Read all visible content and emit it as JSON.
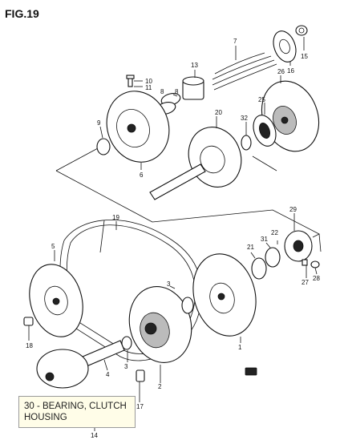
{
  "figure": {
    "title": "FIG.19"
  },
  "labels": {
    "p1": "1",
    "p2": "2",
    "p3a": "3",
    "p3b": "3",
    "p4": "4",
    "p5": "5",
    "p6": "6",
    "p7": "7",
    "p8a": "8",
    "p8b": "8",
    "p9": "9",
    "p10": "10",
    "p11": "11",
    "p13": "13",
    "p14": "14",
    "p15": "15",
    "p16": "16",
    "p17": "17",
    "p18": "18",
    "p19": "19",
    "p20": "20",
    "p21": "21",
    "p22": "22",
    "p25": "25",
    "p26": "26",
    "p27": "27",
    "p28": "28",
    "p29": "29",
    "p31": "31",
    "p32": "32"
  },
  "tooltip": {
    "text": "30 - BEARING, CLUTCH HOUSING"
  }
}
